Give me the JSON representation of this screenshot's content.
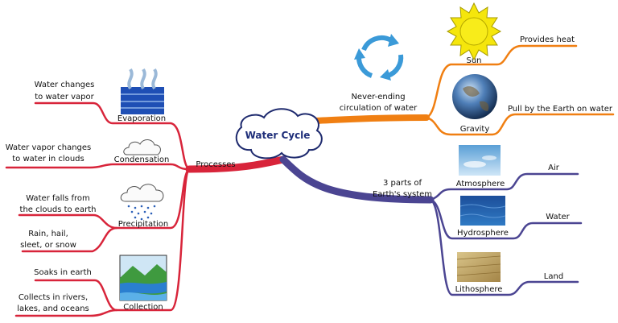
{
  "center": {
    "title": "Water Cycle"
  },
  "colors": {
    "red": "#d8243a",
    "orange": "#f07f12",
    "purple": "#4b4592",
    "sun": "#f5e60c",
    "arrow": "#3b9ad8"
  },
  "left": {
    "hub": "Processes",
    "evaporation": {
      "label": "Evaporation",
      "note": [
        "Water changes",
        "to water vapor"
      ]
    },
    "condensation": {
      "label": "Condensation",
      "note": [
        "Water vapor changes",
        "to water in clouds"
      ]
    },
    "precipitation": {
      "label": "Precipitation",
      "note1": [
        "Water falls from",
        "the clouds to earth"
      ],
      "note2": [
        "Rain, hail,",
        "sleet, or snow"
      ]
    },
    "collection": {
      "label": "Collection",
      "note1": [
        "Soaks in earth"
      ],
      "note2": [
        "Collects in rivers,",
        "lakes, and oceans"
      ]
    }
  },
  "upper_right": {
    "hub": [
      "Never-ending",
      "circulation of water"
    ],
    "sun": {
      "label": "Sun",
      "note": "Provides heat"
    },
    "gravity": {
      "label": "Gravity",
      "note": "Pull by the Earth on water"
    }
  },
  "lower_right": {
    "hub": [
      "3 parts of",
      "Earth's system"
    ],
    "atmosphere": {
      "label": "Atmosphere",
      "note": "Air"
    },
    "hydrosphere": {
      "label": "Hydrosphere",
      "note": "Water"
    },
    "lithosphere": {
      "label": "Lithosphere",
      "note": "Land"
    }
  },
  "icons": [
    "steam-icon",
    "cloud-icon",
    "rain-cloud-icon",
    "river-landscape-icon",
    "cycle-arrows-icon",
    "sun-icon",
    "earth-icon",
    "sky-photo",
    "ocean-photo",
    "field-photo"
  ]
}
